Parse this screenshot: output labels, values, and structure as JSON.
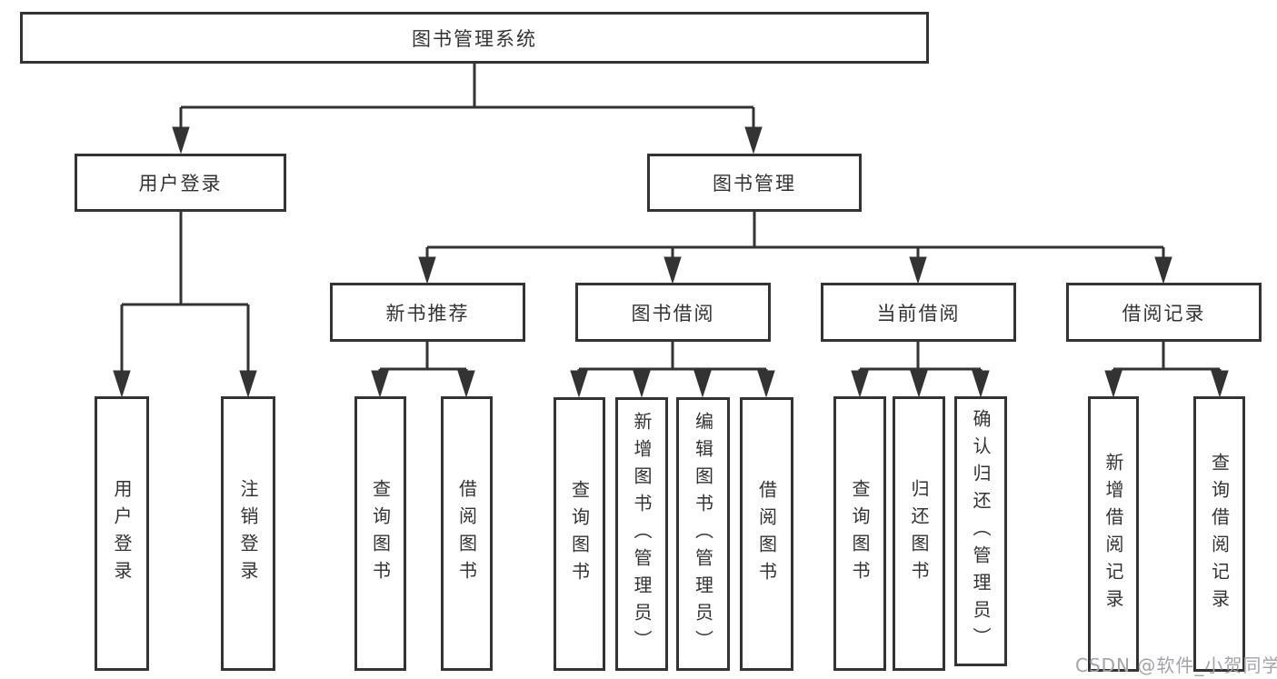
{
  "diagram_title": "图书管理系统",
  "tree": {
    "label": "图书管理系统",
    "children": [
      {
        "label": "用户登录",
        "children": [
          {
            "label": "用户登录"
          },
          {
            "label": "注销登录"
          }
        ]
      },
      {
        "label": "图书管理",
        "children": [
          {
            "label": "新书推荐",
            "children": [
              {
                "label": "查询图书"
              },
              {
                "label": "借阅图书"
              }
            ]
          },
          {
            "label": "图书借阅",
            "children": [
              {
                "label": "查询图书"
              },
              {
                "label": "新增图书（管理员）"
              },
              {
                "label": "编辑图书（管理员）"
              },
              {
                "label": "借阅图书"
              }
            ]
          },
          {
            "label": "当前借阅",
            "children": [
              {
                "label": "查询图书"
              },
              {
                "label": "归还图书"
              },
              {
                "label": "确认归还（管理员）"
              }
            ]
          },
          {
            "label": "借阅记录",
            "children": [
              {
                "label": "新增借阅记录"
              },
              {
                "label": "查询借阅记录"
              }
            ]
          }
        ]
      }
    ]
  },
  "watermark": {
    "text": "CSDN @软件_小贺同学"
  },
  "colors": {
    "line": "#333333",
    "box_border": "#333333",
    "box_fill": "#ffffff",
    "text": "#333333",
    "watermark": "#a3a3a9",
    "background": "#ffffff"
  }
}
